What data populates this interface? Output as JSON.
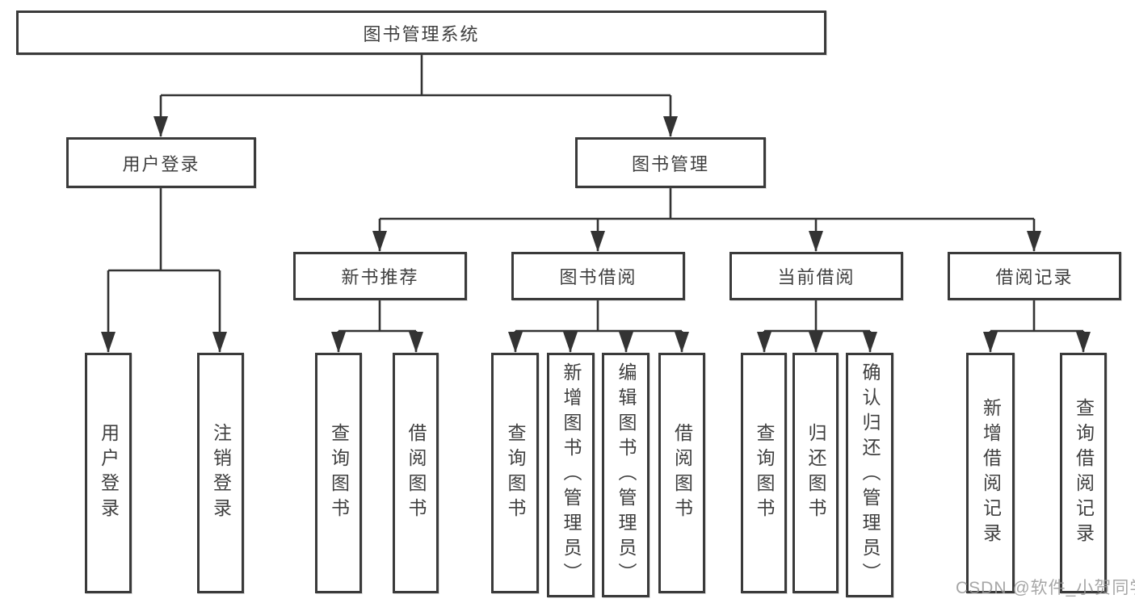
{
  "diagram": {
    "root": {
      "label": "图书管理系统"
    },
    "branches": [
      {
        "label": "用户登录",
        "children": [
          {
            "label": "用户登录"
          },
          {
            "label": "注销登录"
          }
        ]
      },
      {
        "label": "图书管理",
        "children": [
          {
            "label": "新书推荐",
            "children": [
              {
                "label": "查询图书"
              },
              {
                "label": "借阅图书"
              }
            ]
          },
          {
            "label": "图书借阅",
            "children": [
              {
                "label": "查询图书"
              },
              {
                "label": "新增图书（管理员）"
              },
              {
                "label": "编辑图书（管理员）"
              },
              {
                "label": "借阅图书"
              }
            ]
          },
          {
            "label": "当前借阅",
            "children": [
              {
                "label": "查询图书"
              },
              {
                "label": "归还图书"
              },
              {
                "label": "确认归还（管理员）"
              }
            ]
          },
          {
            "label": "借阅记录",
            "children": [
              {
                "label": "新增借阅记录"
              },
              {
                "label": "查询借阅记录"
              }
            ]
          }
        ]
      }
    ]
  },
  "watermark": {
    "text": "CSDN @软件_小贺同学"
  },
  "colors": {
    "background": "#ffffff",
    "box_border": "#3a3a3a",
    "line": "#333333",
    "text": "#3f3f3f",
    "watermark": "#969696"
  }
}
